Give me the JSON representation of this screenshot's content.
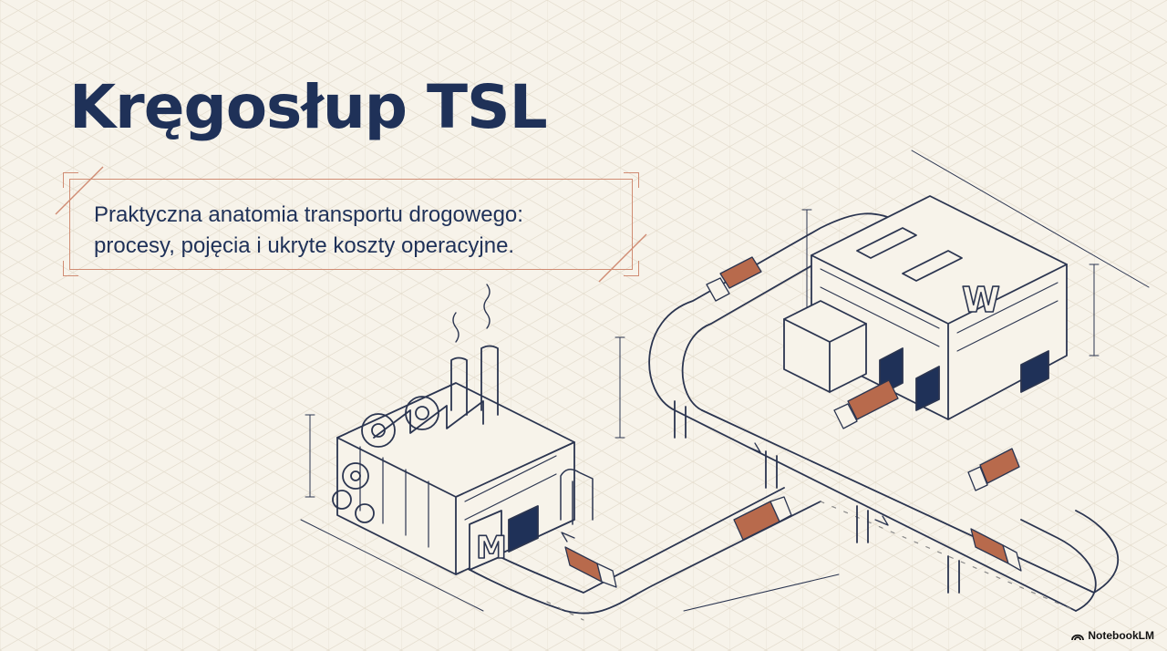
{
  "slide": {
    "title": "Kręgosłup TSL",
    "subtitle_line1": "Praktyczna anatomia transportu drogowego:",
    "subtitle_line2": "procesy, pojęcia i ukryte koszty operacyjne."
  },
  "illustration": {
    "factory_letter": "M",
    "warehouse_letter": "W"
  },
  "brand": {
    "label": "NotebookLM",
    "icon": "notebooklm-logo-icon"
  },
  "colors": {
    "background": "#f7f3ea",
    "navy": "#1f3158",
    "accent": "#d08c73",
    "truck": "#b86a4c",
    "line": "#2b3550"
  }
}
